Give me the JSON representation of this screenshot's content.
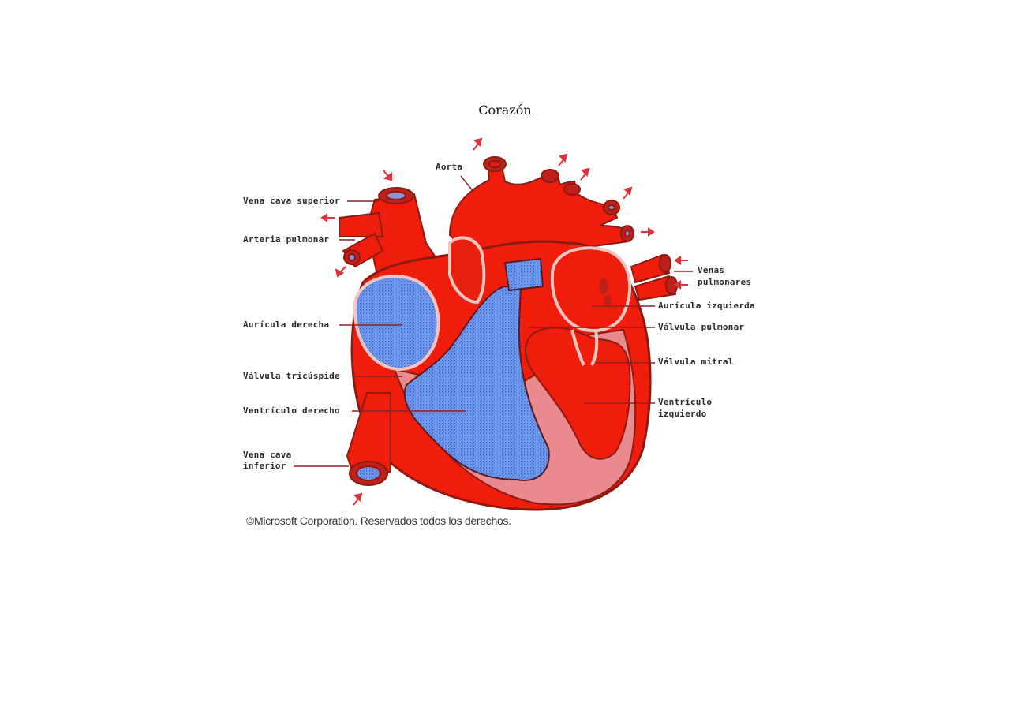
{
  "page": {
    "title": "Corazón"
  },
  "diagram": {
    "colors": {
      "oxygenated": "#f01c0c",
      "deoxygenated": "#6f9cf2",
      "muscle": "#e88a8f",
      "outline": "#8a1a12",
      "arrow": "#d9343a"
    },
    "labels_left": [
      {
        "id": "vena-cava-superior",
        "text": "Vena cava superior"
      },
      {
        "id": "arteria-pulmonar",
        "text": "Arteria pulmonar"
      },
      {
        "id": "auricula-derecha",
        "text": "Aurícula derecha"
      },
      {
        "id": "valvula-tricuspide",
        "text": "Válvula tricúspide"
      },
      {
        "id": "ventriculo-derecho",
        "text": "Ventrículo derecho"
      },
      {
        "id": "vena-cava-inferior-1",
        "text": "Vena cava"
      },
      {
        "id": "vena-cava-inferior-2",
        "text": "inferior"
      }
    ],
    "labels_top": [
      {
        "id": "aorta",
        "text": "Aorta"
      }
    ],
    "labels_right": [
      {
        "id": "venas-pulmonares-1",
        "text": "Venas"
      },
      {
        "id": "venas-pulmonares-2",
        "text": "pulmonares"
      },
      {
        "id": "auricula-izquierda",
        "text": "Aurícula izquierda"
      },
      {
        "id": "valvula-pulmonar",
        "text": "Válvula pulmonar"
      },
      {
        "id": "valvula-mitral",
        "text": "Válvula mitral"
      },
      {
        "id": "ventriculo-izquierdo-1",
        "text": "Ventrículo"
      },
      {
        "id": "ventriculo-izquierdo-2",
        "text": "izquierdo"
      }
    ],
    "copyright": "©Microsoft Corporation. Reservados todos los derechos."
  }
}
